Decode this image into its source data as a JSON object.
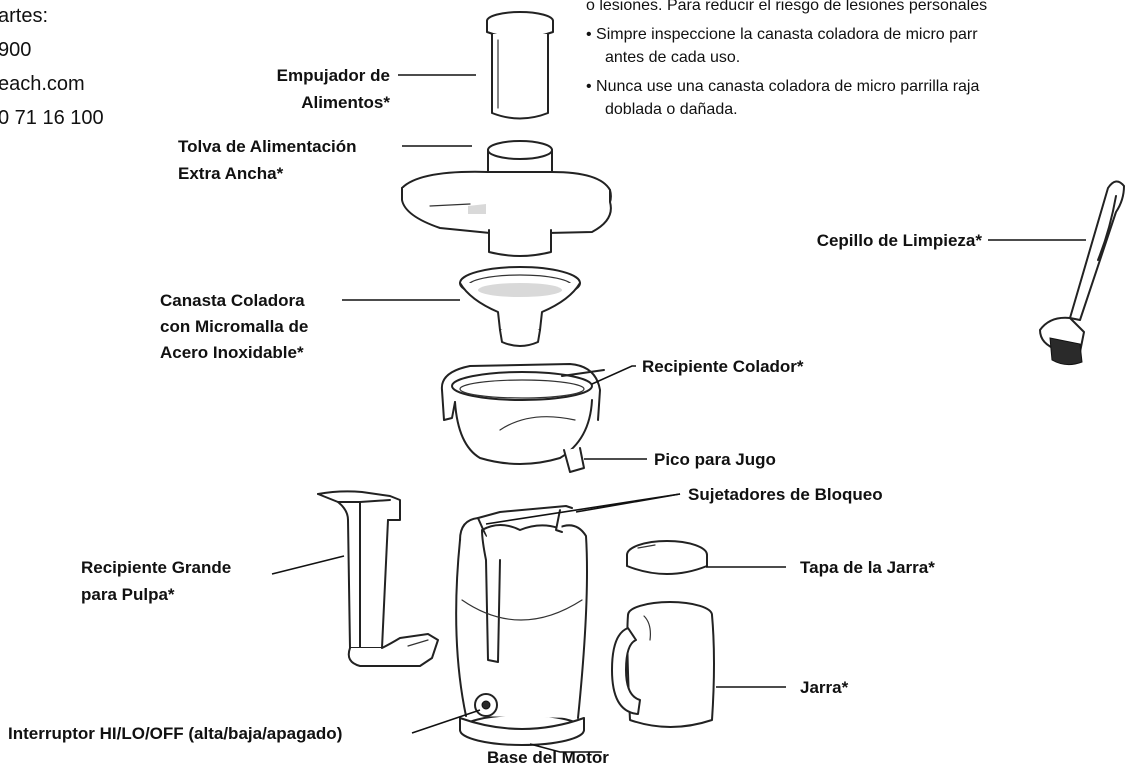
{
  "header_left": [
    "artes:",
    "900",
    "each.com",
    "0 71 16 100"
  ],
  "notes": [
    "o lesiones. Para reducir el riesgo de lesiones personales",
    "• Simpre inspeccione la canasta coladora de micro parr",
    "antes de cada uso.",
    "• Nunca use una canasta coladora de micro parrilla raja",
    "doblada o dañada."
  ],
  "labels": {
    "food_pusher": [
      "Empujador de",
      "Alimentos*"
    ],
    "feed_tube": [
      "Tolva de Alimentación",
      "Extra Ancha*"
    ],
    "filter_basket": [
      "Canasta Coladora",
      "con Micromalla de",
      "Acero Inoxidable*"
    ],
    "filter_bowl": "Recipiente Colador*",
    "juice_spout": "Pico para Jugo",
    "locking_arms": "Sujetadores de Bloqueo",
    "pulp_container": [
      "Recipiente Grande",
      "para Pulpa*"
    ],
    "switch": "Interruptor HI/LO/OFF (alta/baja/apagado)",
    "motor_base": "Base del Motor",
    "pitcher_lid": "Tapa de la Jarra*",
    "pitcher": "Jarra*",
    "cleaning_brush": "Cepillo de Limpieza*"
  }
}
